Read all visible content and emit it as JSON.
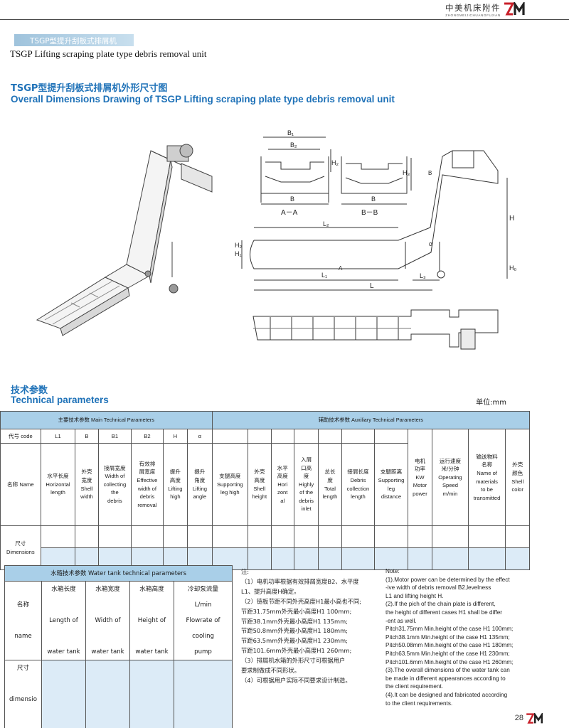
{
  "brand": {
    "cn": "中美机床附件",
    "pinyin": "ZHONGMEIJICHUANGFUJIAN",
    "logo": "ZM"
  },
  "section": {
    "tab": "TSGP型提升刮板式排屑机",
    "subtitle": "TSGP Lifting scraping plate type debris removal unit"
  },
  "drawing": {
    "title_cn": "TSGP型提升刮板式排屑机外形尺寸图",
    "title_en": "Overall Dimensions Drawing of TSGP Lifting scraping plate type debris removal unit",
    "labels": {
      "B1": "B₁",
      "B2": "B₂",
      "B": "B",
      "H2": "H₂",
      "H3": "H₃",
      "AA": "A－A",
      "BB": "B－B",
      "L2": "L₂",
      "L1": "L₁",
      "L": "L",
      "L3": "L₃",
      "H": "H",
      "H1": "H₁",
      "H0": "H₀",
      "Hh2": "H₂",
      "alpha": "α",
      "A": "A",
      "Bcut": "B"
    }
  },
  "params": {
    "title_cn": "技术参数",
    "title_en": "Technical parameters",
    "unit": "单位:mm"
  },
  "main_table": {
    "group_main": "主要技术参数  Main Technical Parameters",
    "group_aux": "辅助技术参数  Auxiliary Technical Parameters",
    "code_label": "代号  code",
    "codes": [
      "L1",
      "B",
      "B1",
      "B2",
      "H",
      "α"
    ],
    "name_label": "名称  Name",
    "names_main": [
      "水平长度\nHorizontal\nlength",
      "外壳\n宽度\nShell\nwidth",
      "接屑宽度\nWidth of\ncollecting\nthe\ndebris",
      "有效排\n屑宽度\nEffective\nwidth of\ndebris\nremoval",
      "提升\n高度\nLifting\nhigh",
      "提升\n角度\nLifting\nangle"
    ],
    "names_aux": [
      "支腿高度\nSupporting\nleg high",
      "外壳\n高度\nShell\nheight",
      "水平\n高度\nHori\nzont\nal",
      "入屑\n口高\n度\nHighly\nof the\ndebris\ninlet",
      "总长\n度\nTotal\nlength",
      "接屑长度\nDebris\ncollection\nlength",
      "支腿距离\nSupporting\nleg\ndistance",
      "电机\n功率\nKW\nMotor\npower",
      "运行速度\n米/分钟\nOperating\nSpeed\nm/min",
      "输送物料\n名称\nName of\nmaterials\nto be\ntransmitted",
      "外壳\n颜色\nShell\ncolor"
    ],
    "dim_label": "尺寸\nDimensions"
  },
  "water_table": {
    "title": "水箱技术参数    Water tank technical parameters",
    "name_label": "名称\n\nname",
    "cols": [
      "水箱长度\n\nLength of\n\nwater tank",
      "水箱宽度\n\nWidth of\n\nwater tank",
      "水箱高度\n\nHeight of\n\nwater tank",
      "冷却泵流量\nL/min\nFlowrate of\ncooling\npump"
    ],
    "dim_label": "尺寸\n\ndimensio\n\nns"
  },
  "notes_cn": [
    "注:",
    "（1）电机功率根据有效排屑宽度B2、水平度",
    "L1、提升高度H确定。",
    "（2）链板节距不同外壳高度H1最小高也不同;",
    "节距31.75mm外壳最小高度H1 100mm;",
    "节距38.1mm外壳最小高度H1 135mm;",
    "节距50.8mm外壳最小高度H1 180mm;",
    "节距63.5mm外壳最小高度H1 230mm;",
    "节距101.6mm外壳最小高度H1 260mm;",
    "（3）排屑机水箱的外形尺寸可根据用户",
    "要求制做成不同形状。",
    "（4）可根据用户实际不同要求设计制造。"
  ],
  "notes_en": [
    "Note:",
    "(1).Motor power can be determined by the effect",
    "-ive width of debris removal B2,levelness",
    "L1 and lifting height H.",
    "(2).If the pich of the chain plate is different,",
    "the height of different cases H1 shall be differ",
    "-ent as well.",
    "Pitch31.75mm Min.height of the case H1 100mm;",
    "Pitch38.1mm Min.height of the case H1 135mm;",
    "Pitch50.08mm Min.height of the case H1 180mm;",
    "Pitch63.5mm Min.height of the case H1 230mm;",
    "Pitch101.6mm Min.height of the case H1 260mm;",
    "(3).The overall dimensions of the water tank can",
    "be made in different appearances according to",
    "the client requirement.",
    "(4).It can be designed and fabricated according",
    "to the client requirements."
  ],
  "page": {
    "number": "28"
  },
  "colors": {
    "accent": "#1f72b8",
    "table_header": "#a9cfe8",
    "table_fill": "#dcebf7"
  }
}
